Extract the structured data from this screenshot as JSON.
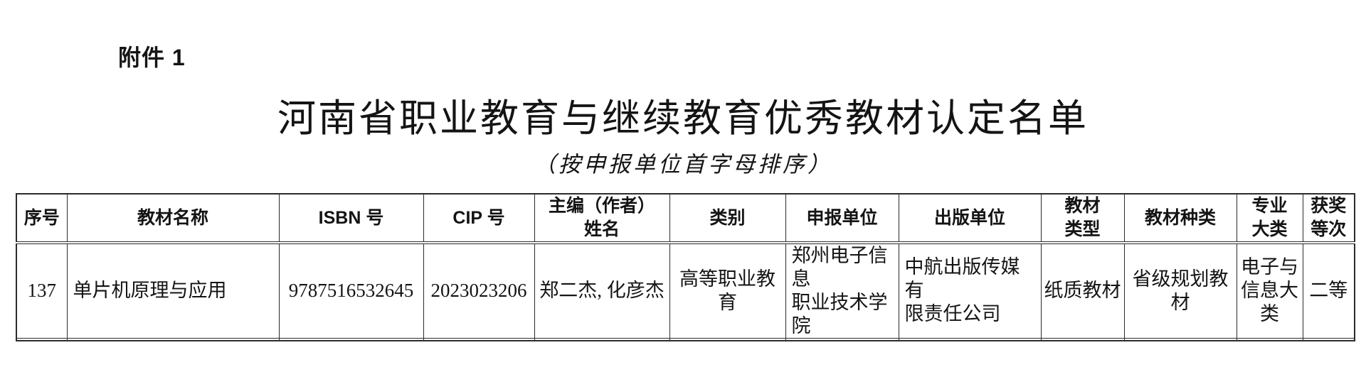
{
  "page": {
    "attachment_label": "附件 1",
    "title": "河南省职业教育与继续教育优秀教材认定名单",
    "subtitle": "（按申报单位首字母排序）"
  },
  "table": {
    "header": [
      "序号",
      "教材名称",
      "ISBN 号",
      "CIP 号",
      "主编（作者）\n姓名",
      "类别",
      "申报单位",
      "出版单位",
      "教材\n类型",
      "教材种类",
      "专业\n大类",
      "获奖\n等次"
    ],
    "rows": [
      [
        "137",
        "单片机原理与应用",
        "9787516532645",
        "2023023206",
        "郑二杰, 化彦杰",
        "高等职业教育",
        "郑州电子信息\n职业技术学院",
        "中航出版传媒有\n限责任公司",
        "纸质教材",
        "省级规划教材",
        "电子与\n信息大\n类",
        "二等"
      ]
    ]
  },
  "colors": {
    "text": "#141414",
    "border": "#2b2b2b",
    "background": "#ffffff"
  }
}
